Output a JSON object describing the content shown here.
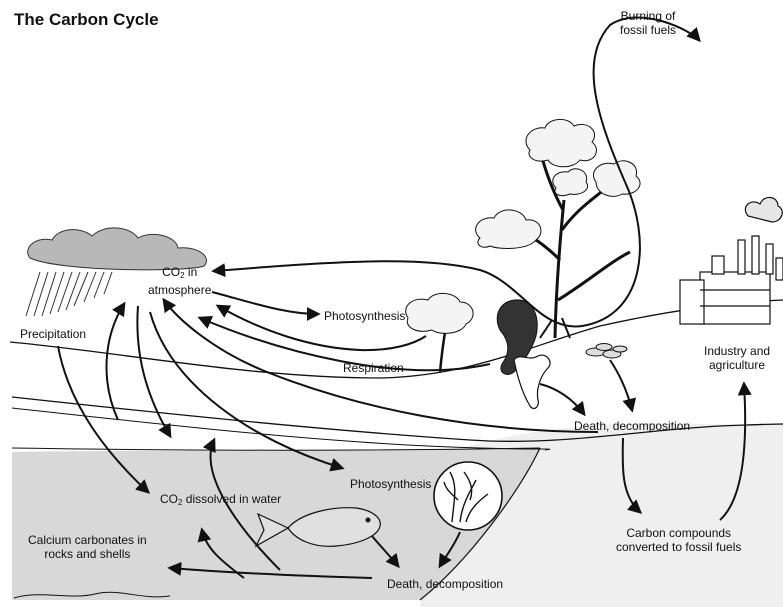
{
  "title": "The Carbon Cycle",
  "labels": {
    "burning": [
      "Burning of",
      "fossil fuels"
    ],
    "co2_atmosphere": {
      "pre": "CO",
      "sub": "2",
      "post": " in",
      "line2": "atmosphere"
    },
    "photosynthesis_land": "Photosynthesis",
    "respiration": "Respiration",
    "precipitation": "Precipitation",
    "industry": [
      "Industry and",
      "agriculture"
    ],
    "death_land": "Death, decomposition",
    "co2_water": {
      "pre": "CO",
      "sub": "2",
      "post": " dissolved in water"
    },
    "photosynthesis_water": "Photosynthesis",
    "calcium": [
      "Calcium carbonates in",
      "rocks and shells"
    ],
    "carbon_compounds": [
      "Carbon compounds",
      "converted to fossil fuels"
    ],
    "death_water": "Death, decomposition"
  },
  "illustrations": [
    "rain-cloud",
    "large-tree",
    "small-tree",
    "squirrel",
    "leaf-litter",
    "factory",
    "fish",
    "seaweed-magnifier",
    "ocean",
    "land"
  ],
  "colors": {
    "ink": "#111111",
    "water": "#d8d8d8",
    "land": "#efefef",
    "background": "#ffffff"
  }
}
